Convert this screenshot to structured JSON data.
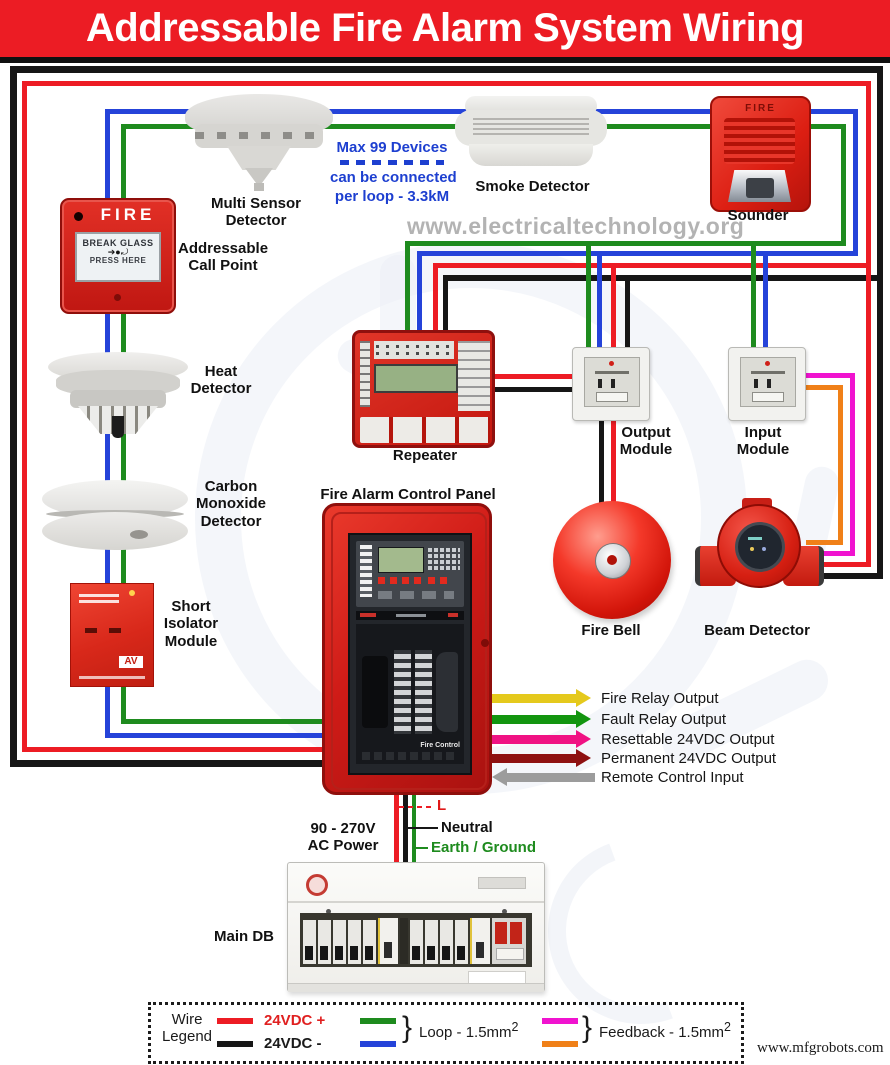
{
  "title": "Addressable Fire Alarm System Wiring",
  "watermarks": {
    "center": "www.electricaltechnology.org",
    "corner": "www.mfgrobots.com"
  },
  "loop_note": {
    "line1": "Max 99 Devices",
    "line2": "can be connected",
    "line3": "per loop - 3.3kM"
  },
  "devices": {
    "multi_sensor_detector": {
      "label": "Multi Sensor\nDetector"
    },
    "addressable_call_point": {
      "label": "Addressable\nCall Point",
      "fire_text": "FIRE",
      "break_glass": "BREAK GLASS",
      "press_here": "PRESS HERE"
    },
    "smoke_detector": {
      "label": "Smoke Detector"
    },
    "sounder": {
      "label": "Sounder",
      "fire_text": "FIRE"
    },
    "heat_detector": {
      "label": "Heat\nDetector"
    },
    "carbon_monoxide_detector": {
      "label": "Carbon\nMonoxide\nDetector"
    },
    "short_isolator_module": {
      "label": "Short\nIsolator\nModule"
    },
    "repeater": {
      "label": "Repeater"
    },
    "output_module": {
      "label": "Output\nModule"
    },
    "input_module": {
      "label": "Input\nModule"
    },
    "fire_alarm_control_panel": {
      "label": "Fire Alarm Control Panel",
      "screen_text": "Fire Control"
    },
    "fire_bell": {
      "label": "Fire Bell"
    },
    "beam_detector": {
      "label": "Beam Detector"
    },
    "main_db": {
      "label": "Main DB"
    }
  },
  "panel_io": [
    {
      "label": "Fire Relay Output",
      "color": "#e5c91c",
      "direction": "out"
    },
    {
      "label": "Fault Relay Output",
      "color": "#13950f",
      "direction": "out"
    },
    {
      "label": "Resettable 24VDC Output",
      "color": "#f01283",
      "direction": "out"
    },
    {
      "label": "Permanent 24VDC Output",
      "color": "#8e1111",
      "direction": "out"
    },
    {
      "label": "Remote Control Input",
      "color": "#9c9c9c",
      "direction": "in"
    }
  ],
  "power": {
    "source": "90 - 270V\nAC Power",
    "line": "L",
    "neutral": "Neutral",
    "earth": "Earth / Ground"
  },
  "legend": {
    "title": "Wire\nLegend",
    "brace": "}",
    "items": [
      {
        "label": "24VDC +",
        "color": "#ed1c24"
      },
      {
        "label": "24VDC -",
        "color": "#161616"
      },
      {
        "label": "Loop - 1.5mm",
        "sup": "2",
        "colors": [
          "#1e8b1e",
          "#2543d9"
        ]
      },
      {
        "label": "Feedback - 1.5mm",
        "sup": "2",
        "colors": [
          "#f013cf",
          "#f08018"
        ]
      }
    ]
  },
  "wire_colors": {
    "red": "#ed1c24",
    "black": "#161616",
    "blue": "#2543d9",
    "green": "#1e8b1e",
    "magenta": "#f013cf",
    "orange": "#f08018"
  }
}
